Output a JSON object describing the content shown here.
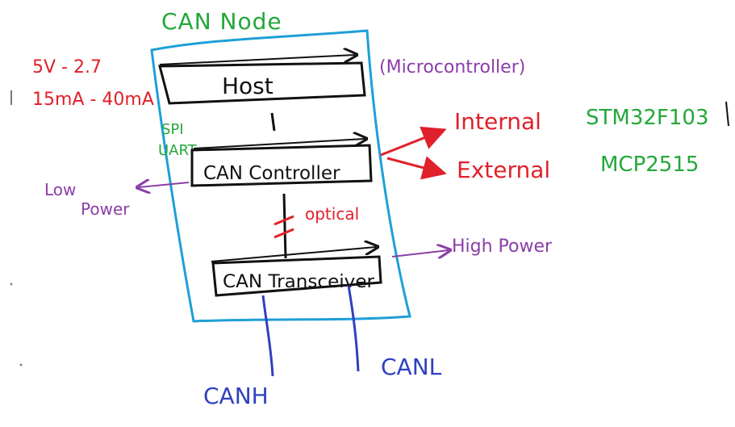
{
  "title": "CAN Node",
  "colors": {
    "green": "#22a83a",
    "red": "#e0202a",
    "purple": "#8a3ea8",
    "blue": "#3040c0",
    "cyan": "#1e9fd8",
    "black": "#111111"
  },
  "power_spec": {
    "voltage": "5V - 2.7",
    "current": "15mA - 40mA"
  },
  "blocks": {
    "host": "Host",
    "controller": "CAN Controller",
    "transceiver": "CAN Transceiver"
  },
  "annotations": {
    "host_note": "(Microcontroller)",
    "interface_1": "SPI",
    "interface_2": "UART",
    "isolation": "optical",
    "low_power_1": "Low",
    "low_power_2": "Power",
    "high_power": "High Power"
  },
  "controller_types": {
    "internal_label": "Internal",
    "internal_example": "STM32F103",
    "external_label": "External",
    "external_example": "MCP2515"
  },
  "bus_lines": {
    "high": "CANH",
    "low": "CANL"
  }
}
